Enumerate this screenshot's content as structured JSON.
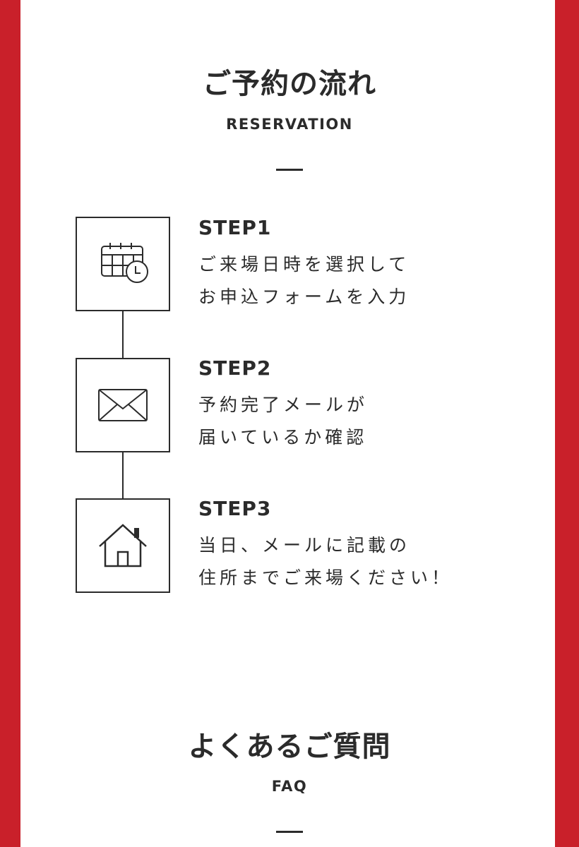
{
  "reservation": {
    "title": "ご予約の流れ",
    "subtitle": "RESERVATION",
    "steps": [
      {
        "label": "STEP1",
        "line1": "ご来場日時を選択して",
        "line2": "お申込フォームを入力",
        "icon": "calendar-clock-icon"
      },
      {
        "label": "STEP2",
        "line1": "予約完了メールが",
        "line2": "届いているか確認",
        "icon": "envelope-icon"
      },
      {
        "label": "STEP3",
        "line1": "当日、メールに記載の",
        "line2": "住所までご来場ください！",
        "icon": "house-icon"
      }
    ]
  },
  "faq": {
    "title": "よくあるご質問",
    "subtitle": "FAQ"
  },
  "colors": {
    "accent": "#c9202a",
    "text": "#2b2b2b"
  }
}
